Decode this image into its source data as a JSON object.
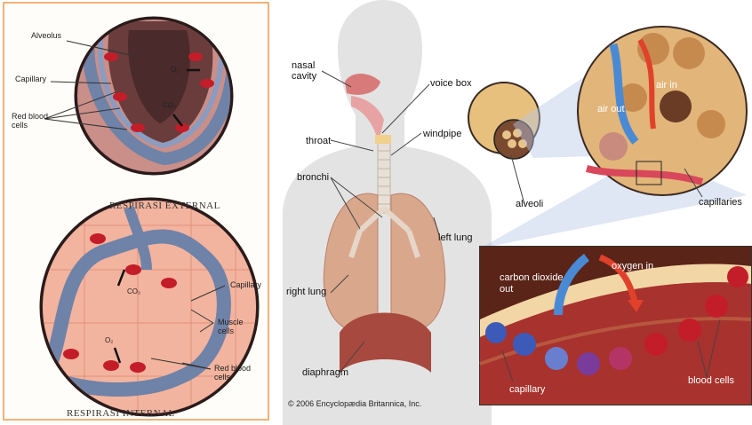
{
  "left_panel": {
    "external": {
      "caption": "RESPIRASI EXTERNAL",
      "labels": {
        "alveolus": "Alveolus",
        "capillary": "Capillary",
        "rbc": "Red blood\ncells",
        "o2": "O₂",
        "co2": "CO₂"
      }
    },
    "internal": {
      "caption": "RESPIRASI INTERNAL",
      "labels": {
        "capillary": "Capillary",
        "muscle": "Muscle\ncells",
        "rbc": "Red blood\ncells",
        "co2": "CO₂",
        "o2": "O₂"
      }
    }
  },
  "right_panel": {
    "labels": {
      "nasal_cavity": "nasal\ncavity",
      "voice_box": "voice box",
      "windpipe": "windpipe",
      "throat": "throat",
      "bronchi": "bronchi",
      "left_lung": "left lung",
      "right_lung": "right lung",
      "diaphragm": "diaphragm",
      "alveoli": "alveoli",
      "capillaries": "capillaries",
      "air_in": "air in",
      "air_out": "air out",
      "co2_out": "carbon dioxide\nout",
      "oxygen_in": "oxygen in",
      "capillary": "capillary",
      "blood_cells": "blood cells"
    },
    "copyright": "© 2006 Encyclopædia Britannica, Inc."
  },
  "colors": {
    "alveolus_wall": "#c9a6a0",
    "capillary_blue": "#6f82a8",
    "rbc_red": "#c41d2a",
    "muscle_pink": "#f0a38e",
    "lung_tan": "#d9a88c",
    "body_grey": "#e2e2e2",
    "zoom_blue": "#b9c7e6",
    "arrow_blue": "#4a8ad4",
    "arrow_red": "#e0412b"
  }
}
